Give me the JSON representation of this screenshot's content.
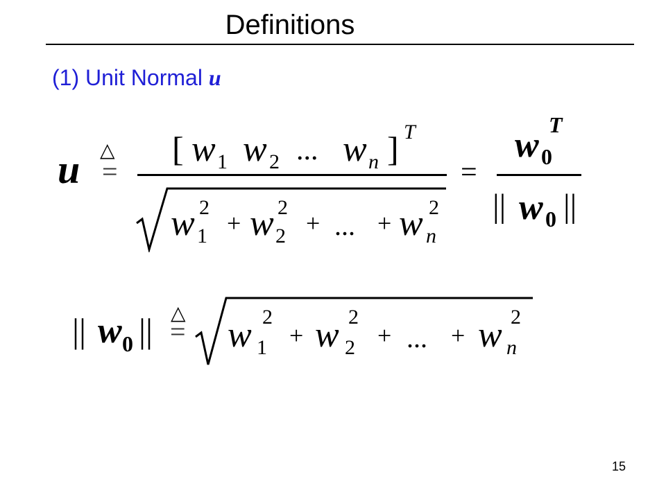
{
  "slide": {
    "title": "Definitions",
    "subtitle": "(1) Unit Normal",
    "subtitle_var": "u",
    "page_number": "15",
    "accent_color": "#1f1fd6"
  },
  "eq1": {
    "lhs": "u",
    "defeq_triangle": "△",
    "defeq_equals": "=",
    "frac1_num": {
      "lbracket": "[",
      "w": "w",
      "s1": "1",
      "s2": "2",
      "dots": "...",
      "sn": "n",
      "rbracket": "]",
      "T": "T"
    },
    "frac1_den": {
      "w": "w",
      "s1": "1",
      "s2": "2",
      "sn": "n",
      "p2": "2",
      "plus": "+",
      "dots": "..."
    },
    "eq2": "=",
    "frac2_num": {
      "w": "w",
      "sub": "0",
      "sup": "T"
    },
    "frac2_den": {
      "norm": "||",
      "w": "w",
      "sub": "0"
    }
  },
  "eq2": {
    "norm": "||",
    "w": "w",
    "sub": "0",
    "defeq_triangle": "△",
    "defeq_equals": "=",
    "rhs": {
      "w": "w",
      "s1": "1",
      "s2": "2",
      "sn": "n",
      "p2": "2",
      "plus": "+",
      "dots": "..."
    }
  }
}
